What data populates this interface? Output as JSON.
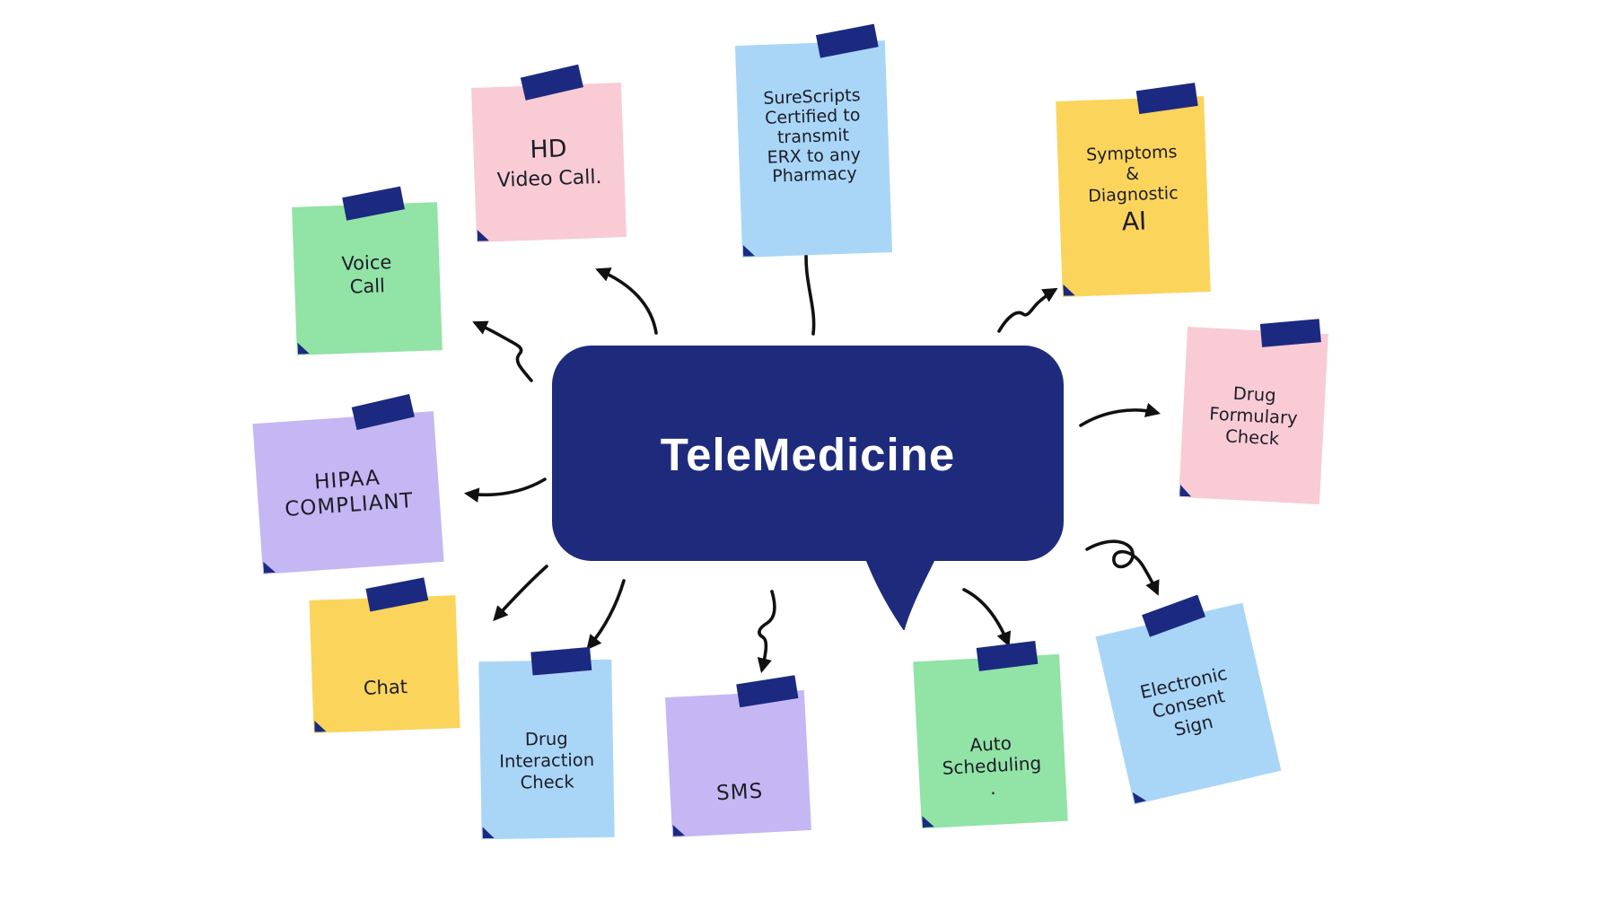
{
  "title": "TeleMedicine",
  "colors": {
    "background": "#ffffff",
    "bubble_navy": "#1e2b7d",
    "tape_navy": "#1b2a80",
    "arrow_black": "#111111",
    "title_text": "#ffffff",
    "note_text": "#1d1d28",
    "note_green": "#92e3a6",
    "note_pink": "#f8cbd5",
    "note_light_blue": "#a9d6f7",
    "note_yellow": "#fbd45c",
    "note_purple": "#c5b7f3"
  },
  "notes": {
    "voice_call": {
      "text": "Voice\nCall",
      "color": "#92e3a6"
    },
    "hd_video": {
      "heading": "HD",
      "text": "Video Call.",
      "color": "#f8cbd5"
    },
    "surescripts": {
      "text": "SureScripts\nCertified to\ntransmit\nERX to any\nPharmacy",
      "color": "#a9d6f7"
    },
    "symptoms_ai": {
      "text": "Symptoms\n&\nDiagnostic",
      "big": "AI",
      "color": "#fbd45c"
    },
    "drug_formulary": {
      "text": "Drug\nFormulary\nCheck",
      "color": "#f8cbd5"
    },
    "hipaa": {
      "text": "HIPAA\nCOMPLIANT",
      "color": "#c5b7f3"
    },
    "chat": {
      "text": "Chat",
      "color": "#fbd45c"
    },
    "drug_interaction": {
      "text": "Drug\nInteraction\nCheck",
      "color": "#a9d6f7"
    },
    "sms": {
      "text": "SMS",
      "color": "#c5b7f3"
    },
    "auto_scheduling": {
      "text": "Auto\nScheduling\n.",
      "color": "#92e3a6"
    },
    "electronic_consent": {
      "text": "Electronic\nConsent\nSign",
      "color": "#a9d6f7"
    }
  }
}
